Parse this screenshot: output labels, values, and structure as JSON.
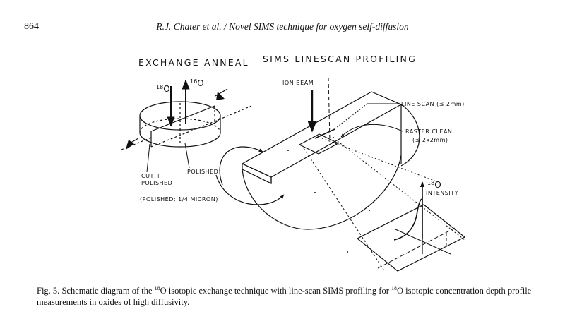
{
  "header": {
    "page_number": "864",
    "running_title": "R.J. Chater et al. / Novel SIMS technique for oxygen self-diffusion"
  },
  "figure": {
    "heading_left": "EXCHANGE ANNEAL",
    "heading_right": "SIMS LINESCAN PROFILING",
    "label_18": "18",
    "label_16": "16",
    "label_O": "O",
    "cut_line1": "CUT +",
    "cut_line2": "POLISHED",
    "polished": "POLISHED",
    "polished_note": "(POLISHED: 1/4 MICRON)",
    "ion_beam": "ION BEAM",
    "line_scan": "LINE SCAN (≤ 2mm)",
    "raster_clean": "RASTER CLEAN",
    "raster_size": "(≤ 2x2mm)",
    "intensity": "INTENSITY"
  },
  "caption": {
    "fig_label": "Fig. 5.",
    "text_a": " Schematic diagram of the ",
    "sup_a": "18",
    "text_b": "O isotopic exchange technique with line-scan SIMS profiling for ",
    "sup_b": "18",
    "text_c": "O isotopic concentration depth profile measurements in oxides of high diffusivity."
  }
}
